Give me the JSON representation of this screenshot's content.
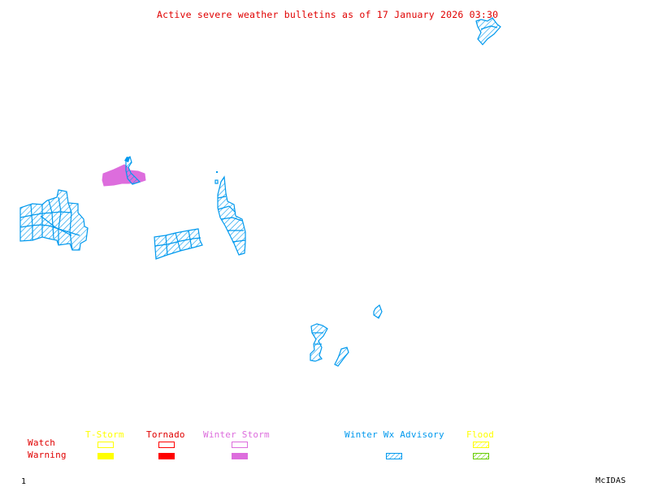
{
  "title": "Active severe weather bulletins as of 17 January 2026 03:30",
  "colors": {
    "title": "#e00000",
    "tstorm": "#ffff00",
    "tornado": "#ff0000",
    "winter_storm": "#dd6ddd",
    "winter_wx_advisory": "#0099ee",
    "flood_watch": "#ffff00",
    "flood_warning": "#66cc00",
    "row_label": "#e00000"
  },
  "legend": {
    "row_labels": {
      "watch": "Watch",
      "warning": "Warning"
    },
    "columns": [
      {
        "key": "tstorm",
        "label": "T-Storm",
        "watch_style": "outline",
        "warning_style": "solid"
      },
      {
        "key": "tornado",
        "label": "Tornado",
        "watch_style": "outline",
        "warning_style": "solid"
      },
      {
        "key": "winter_storm",
        "label": "Winter Storm",
        "watch_style": "outline",
        "warning_style": "solid"
      },
      {
        "key": "winter_wx_advisory",
        "label": "Winter Wx Advisory",
        "watch_style": "none",
        "warning_style": "hatched"
      },
      {
        "key": "flood",
        "label": "Flood",
        "watch_style": "hatched",
        "warning_style": "hatched"
      }
    ]
  },
  "areas": [
    {
      "name": "winter-storm-warning-area",
      "type": "winter_storm_warning"
    },
    {
      "name": "winter-wx-advisory-area-1",
      "type": "winter_wx_advisory"
    },
    {
      "name": "winter-wx-advisory-area-2",
      "type": "winter_wx_advisory"
    },
    {
      "name": "winter-wx-advisory-area-3",
      "type": "winter_wx_advisory"
    },
    {
      "name": "winter-wx-advisory-area-4",
      "type": "winter_wx_advisory"
    },
    {
      "name": "winter-wx-advisory-area-5",
      "type": "winter_wx_advisory"
    },
    {
      "name": "winter-wx-advisory-area-6",
      "type": "winter_wx_advisory"
    },
    {
      "name": "winter-wx-advisory-area-7",
      "type": "winter_wx_advisory"
    },
    {
      "name": "winter-wx-advisory-area-8",
      "type": "winter_wx_advisory"
    }
  ],
  "footer": {
    "frame_number": "1",
    "software": "McIDAS"
  }
}
